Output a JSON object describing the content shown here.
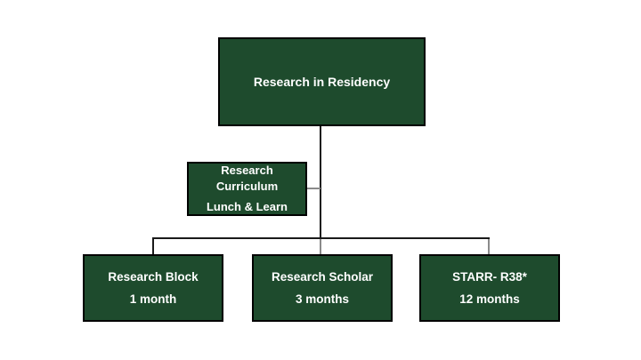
{
  "diagram": {
    "type": "org-chart",
    "colors": {
      "box_fill": "#1E4B2D",
      "box_border": "#000000",
      "connector_black": "#1a1a1a",
      "connector_gray": "#8a8a8a",
      "text_color": "#FFFFFF",
      "background": "#FFFFFF"
    },
    "root": {
      "label": "Research in Residency"
    },
    "side_node": {
      "title_line1": "Research",
      "title_line2": "Curriculum",
      "subtitle": "Lunch & Learn"
    },
    "children": [
      {
        "title": "Research Block",
        "duration": "1 month"
      },
      {
        "title": "Research Scholar",
        "duration": "3 months"
      },
      {
        "title": "STARR- R38*",
        "duration": "12 months"
      }
    ]
  }
}
